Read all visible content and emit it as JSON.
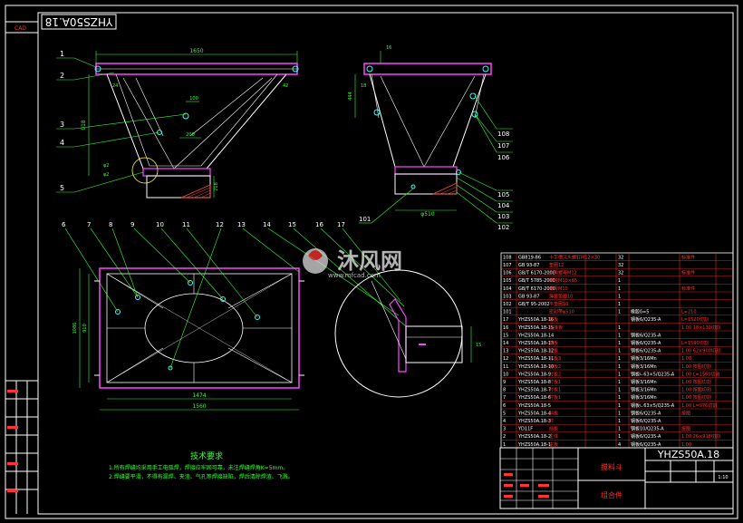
{
  "drawing": {
    "code_rotated": "YHZS50A.18",
    "cad_tag": "CAD",
    "colors": {
      "background": "#000000",
      "frame": "#ffffff",
      "outline": "#ffffff",
      "leader": "#33ff33",
      "dimension": "#33ff33",
      "accent": "#ff44ff",
      "red": "#ff3333",
      "yellow": "#ffff33",
      "cyan": "#33ffff",
      "hatch": "#ff4444"
    }
  },
  "front_view": {
    "dims": {
      "top_width": "1650",
      "height": "918",
      "width_200": "200",
      "width_100": "100",
      "height_218": "218",
      "phi1": "φ2",
      "phi2": "φ2",
      "d24": "24",
      "d42": "42"
    },
    "callouts": [
      "1",
      "2",
      "3",
      "4",
      "5"
    ]
  },
  "side_view": {
    "dims": {
      "d16": "16",
      "d444": "444",
      "d18": "18",
      "d101": "101",
      "d510": "φ510"
    },
    "callouts_right": [
      "108",
      "107",
      "106",
      "105",
      "104",
      "103",
      "102"
    ],
    "callout_bottom": "101"
  },
  "plan_view": {
    "callouts": [
      "6",
      "7",
      "8",
      "9",
      "10",
      "11",
      "12",
      "13",
      "14",
      "15",
      "16",
      "17"
    ],
    "dims": {
      "width_1474": "1474",
      "width_1560": "1560",
      "height_1086": "1086",
      "height_910": "910",
      "detail_15": "15"
    }
  },
  "tech_notes": {
    "title": "技术要求",
    "line1": "1.所有焊缝均采用手工电弧焊，焊接应牢固可靠，未注焊缝焊角K=5mm。",
    "line2": "2.焊缝要平滑，不得有漏焊、夹渣、气孔等焊接缺陷，焊后清除焊渣、飞溅。"
  },
  "watermark": {
    "brand": "沐风网",
    "url": "www.mfcad.com"
  },
  "bom": {
    "rows": [
      {
        "no": "108",
        "code": "GB819-86",
        "name": "十字槽沉头螺钉M12×30",
        "qty": "32",
        "mat": "",
        "note": "标准件"
      },
      {
        "no": "107",
        "code": "GB 93-87",
        "name": "垫圈12",
        "qty": "32",
        "mat": "",
        "note": ""
      },
      {
        "no": "106",
        "code": "GB/T 6170-2000",
        "name": "六角螺母M12",
        "qty": "32",
        "mat": "",
        "note": "标准件"
      },
      {
        "no": "105",
        "code": "GB/T 5785-2000",
        "name": "螺栓M10×65",
        "qty": "1",
        "mat": "",
        "note": ""
      },
      {
        "no": "104",
        "code": "GB/T 6170-2000",
        "name": "螺母M10",
        "qty": "1",
        "mat": "",
        "note": "标准件"
      },
      {
        "no": "103",
        "code": "GB 93-87",
        "name": "弹簧垫圈10",
        "qty": "1",
        "mat": "",
        "note": ""
      },
      {
        "no": "102",
        "code": "GB/T 95-2002",
        "name": "平垫圈10",
        "qty": "1",
        "mat": "",
        "note": ""
      },
      {
        "no": "101",
        "code": "",
        "name": "密封带φ510",
        "qty": "1",
        "mat": "橡胶δ=5",
        "note": "L=210"
      },
      {
        "no": "17",
        "code": "YHZS50A.18-16",
        "name": "筋板",
        "qty": "",
        "mat": "钢板6/Q235-A",
        "note": "L=1520切割"
      },
      {
        "no": "16",
        "code": "YHZS50A.18-15",
        "name": "连接板",
        "qty": "1",
        "mat": "",
        "note": "1.00 18×130切割"
      },
      {
        "no": "15",
        "code": "YHZS50A.18-14",
        "name": "",
        "qty": "1",
        "mat": "钢板6/Q235-A",
        "note": ""
      },
      {
        "no": "14",
        "code": "YHZS50A.18-13",
        "name": "挡板",
        "qty": "1",
        "mat": "钢板6/Q235-A",
        "note": "L=1590切割"
      },
      {
        "no": "13",
        "code": "YHZS50A.18-12",
        "name": "衬板",
        "qty": "1",
        "mat": "钢板6/Q235-A",
        "note": "1.00 62×900切割"
      },
      {
        "no": "12",
        "code": "YHZS50A.18-11",
        "name": "衬板3",
        "qty": "1",
        "mat": "钢板3/16Mn",
        "note": "1.00"
      },
      {
        "no": "11",
        "code": "YHZS50A.18-10",
        "name": "衬板2",
        "qty": "1",
        "mat": "钢板3/16Mn",
        "note": "1.00 按图切割"
      },
      {
        "no": "10",
        "code": "YHZS50A.18-9",
        "name": "衬板2",
        "qty": "1",
        "mat": "钢板∟63×5/Q235-A",
        "note": "1.00 L=1560切割"
      },
      {
        "no": "9",
        "code": "YHZS50A.18-8",
        "name": "衬板1",
        "qty": "1",
        "mat": "钢板3/16Mn",
        "note": "1.00 按图切割"
      },
      {
        "no": "8",
        "code": "YHZS50A.18-7",
        "name": "衬板1",
        "qty": "1",
        "mat": "钢板3/16Mn",
        "note": "1.00 按图切割"
      },
      {
        "no": "7",
        "code": "YHZS50A.18-6",
        "name": "衬板1",
        "qty": "1",
        "mat": "钢板3/16Mn",
        "note": "1.00 按图切割"
      },
      {
        "no": "6",
        "code": "YHZS50A.18-5",
        "name": "",
        "qty": "1",
        "mat": "钢板∟63×5/Q235-A",
        "note": "1.00 L=976切割"
      },
      {
        "no": "5",
        "code": "YHZS50A.18-4",
        "name": "斜板",
        "qty": "1",
        "mat": "钢板6/Q235-A",
        "note": "按图"
      },
      {
        "no": "4",
        "code": "YHZS50A.18-3",
        "name": "衬",
        "qty": "1",
        "mat": "钢板6/Q235-A",
        "note": ""
      },
      {
        "no": "3",
        "code": "YD11F",
        "name": "挡板",
        "qty": "1",
        "mat": "钢板10/Q235-A",
        "note": "按图"
      },
      {
        "no": "2",
        "code": "YHZS50A.18-2",
        "name": "主体",
        "qty": "1",
        "mat": "钢板6/Q235-A",
        "note": "1.00 26×918切割"
      },
      {
        "no": "1",
        "code": "YHZS50A.18-1",
        "name": "主板",
        "qty": "4",
        "mat": "钢板6/Q235-A",
        "note": "1.00"
      }
    ]
  },
  "title_block": {
    "drawing_no": "YHZS50A.18",
    "part_name": "搅料斗",
    "assembly": "组合件",
    "scale": "1:10"
  }
}
